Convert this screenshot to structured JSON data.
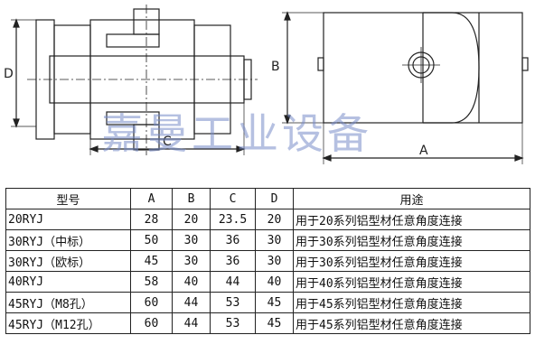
{
  "drawing": {
    "dimension_labels": {
      "left_height": "D",
      "left_width": "C",
      "right_height": "B",
      "right_width": "A"
    }
  },
  "watermark": "嘉曼工业设备",
  "table": {
    "headers": [
      "型号",
      "A",
      "B",
      "C",
      "D",
      "用途"
    ],
    "rows": [
      [
        "20RYJ",
        "28",
        "20",
        "23.5",
        "20",
        "用于20系列铝型材任意角度连接"
      ],
      [
        "30RYJ（中标）",
        "50",
        "30",
        "36",
        "30",
        "用于30系列铝型材任意角度连接"
      ],
      [
        "30RYJ（欧标）",
        "45",
        "30",
        "36",
        "30",
        "用于30系列铝型材任意角度连接"
      ],
      [
        "40RYJ",
        "58",
        "40",
        "44",
        "40",
        "用于40系列铝型材任意角度连接"
      ],
      [
        "45RYJ（M8孔）",
        "60",
        "44",
        "53",
        "45",
        "用于45系列铝型材任意角度连接"
      ],
      [
        "45RYJ（M12孔）",
        "60",
        "44",
        "53",
        "45",
        "用于45系列铝型材任意角度连接"
      ]
    ]
  }
}
